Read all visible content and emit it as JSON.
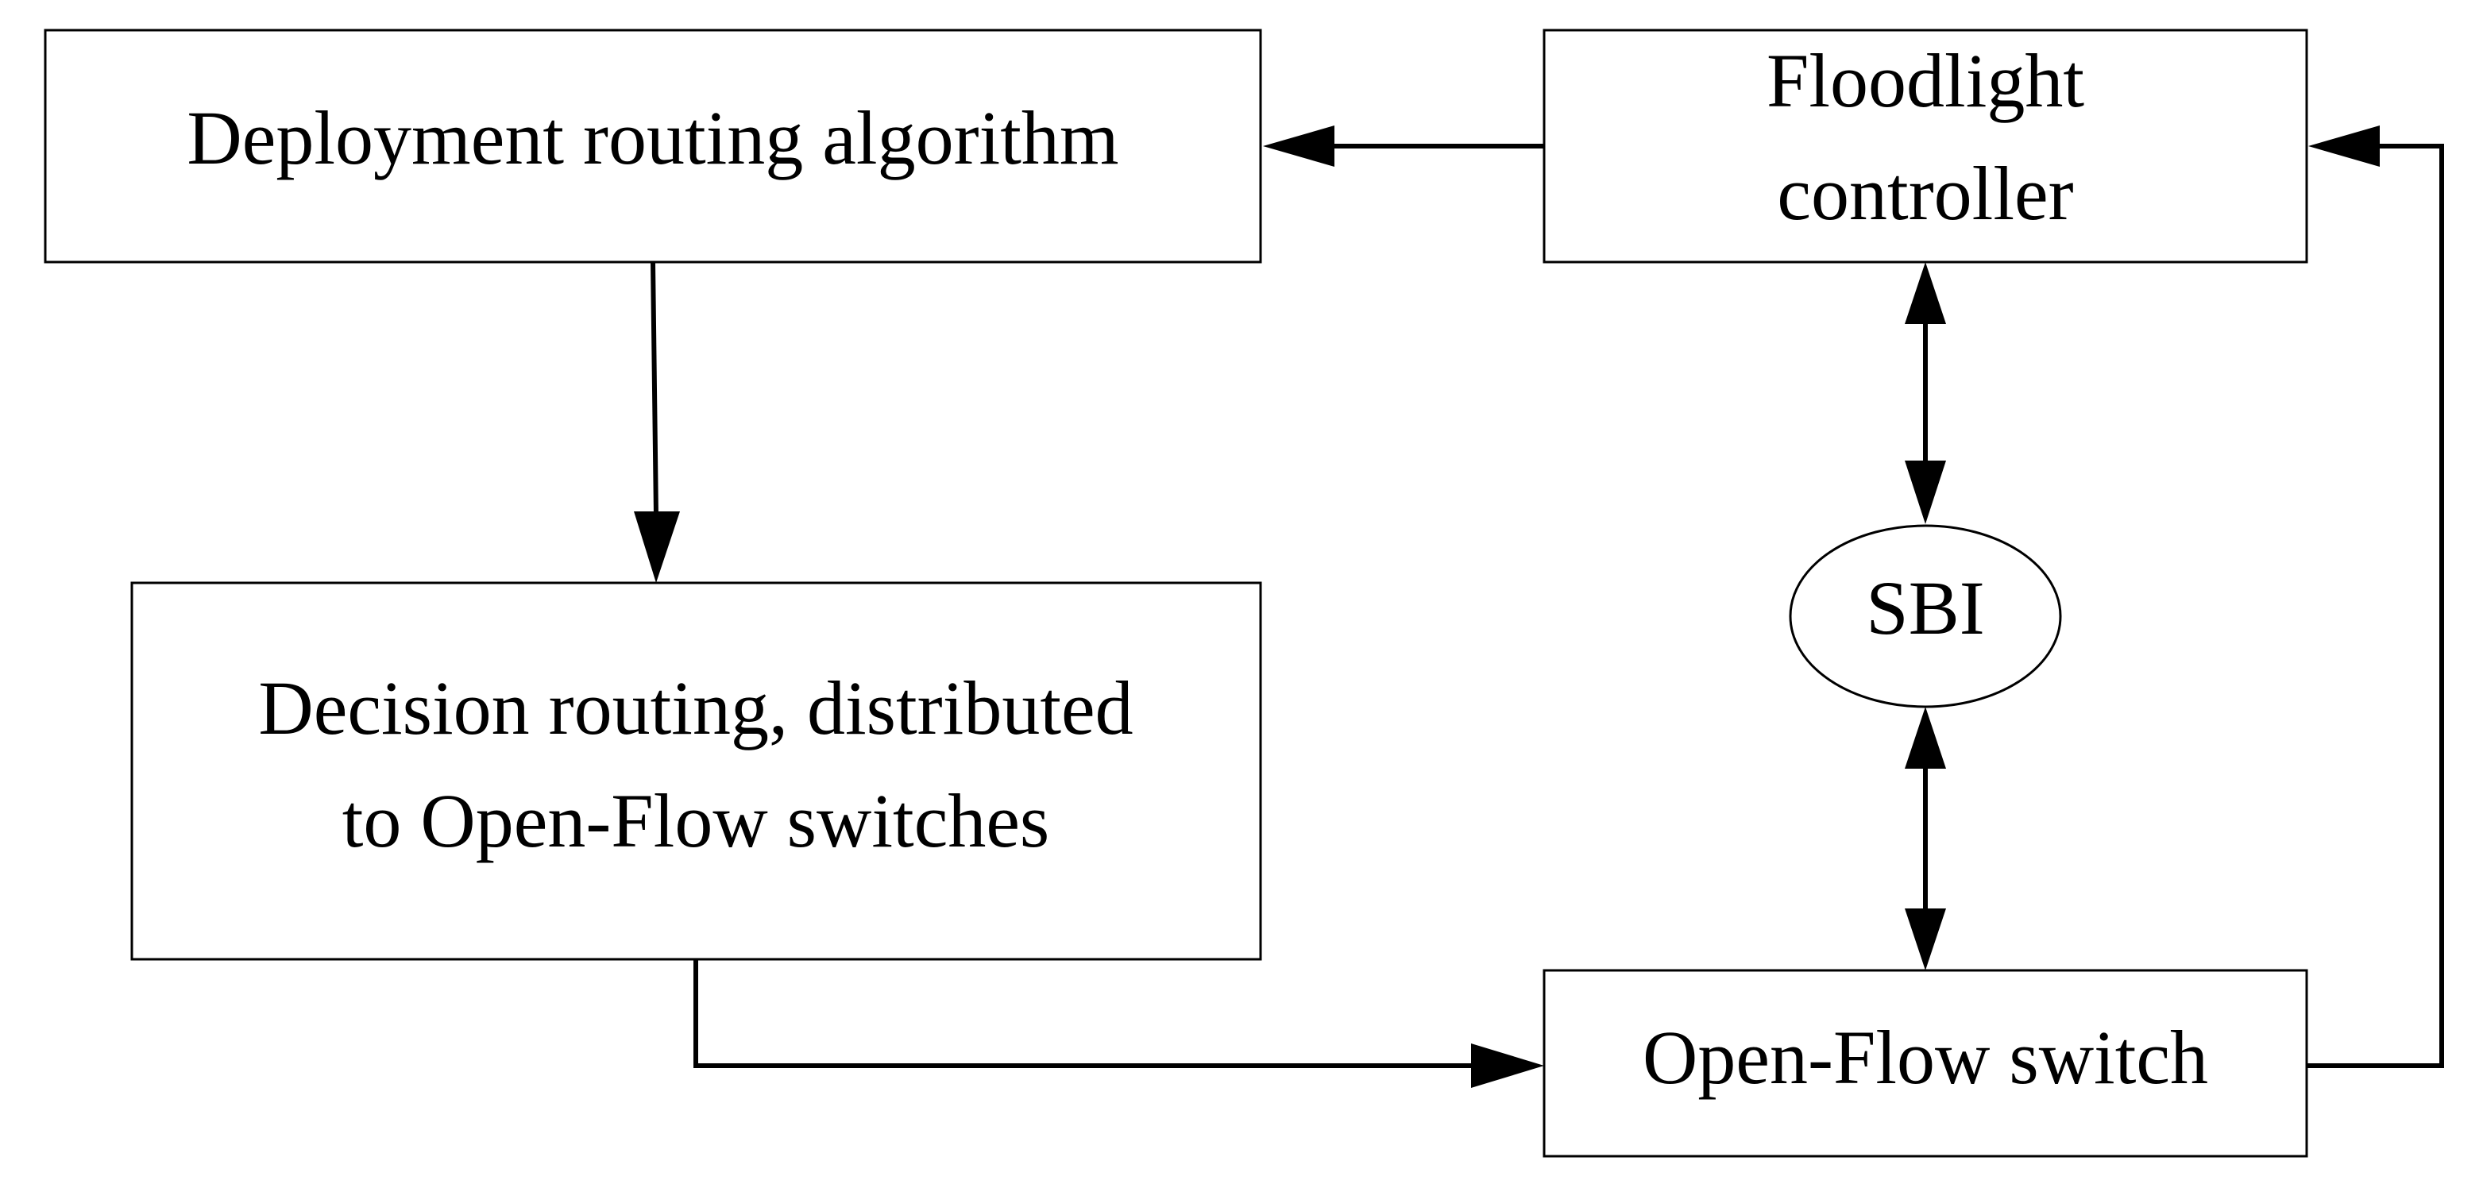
{
  "nodes": {
    "deployment": {
      "label": "Deployment routing algorithm"
    },
    "floodlight": {
      "line1": "Floodlight",
      "line2": "controller"
    },
    "decision": {
      "line1": "Decision routing, distributed",
      "line2": "to Open-Flow switches"
    },
    "sbi": {
      "label": "SBI"
    },
    "switch": {
      "label": "Open-Flow switch"
    }
  },
  "edges": [
    {
      "from": "floodlight",
      "to": "deployment",
      "direction": "forward"
    },
    {
      "from": "deployment",
      "to": "decision",
      "direction": "forward"
    },
    {
      "from": "decision",
      "to": "switch",
      "direction": "forward"
    },
    {
      "from": "switch",
      "to": "floodlight",
      "direction": "forward"
    },
    {
      "from": "floodlight",
      "to": "sbi",
      "direction": "bidirectional"
    },
    {
      "from": "sbi",
      "to": "switch",
      "direction": "bidirectional"
    }
  ]
}
